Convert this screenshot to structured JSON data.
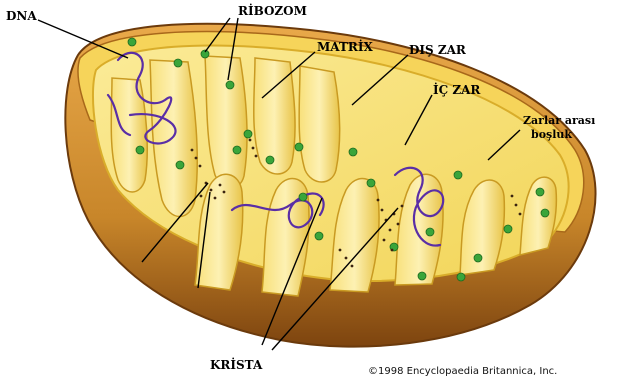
{
  "labels": {
    "dna": "DNA",
    "ribozom": "RİBOZOM",
    "matrix": "MATRİX",
    "outer_membrane": "DIŞ ZAR",
    "inner_membrane": "İÇ ZAR",
    "intermembrane_line1": "Zarlar arası",
    "intermembrane_line2": "boşluk",
    "crista": "KRİSTA"
  },
  "copyright": "©1998 Encyclopaedia Britannica, Inc.",
  "colors": {
    "outer_shell": "#c8862a",
    "shell_dark": "#8a4d12",
    "membrane": "#f3d24f",
    "matrix": "#f7e27a",
    "ribosome": "#3aa53a",
    "dna": "#5a2ea6",
    "particles": "#3b2410"
  }
}
